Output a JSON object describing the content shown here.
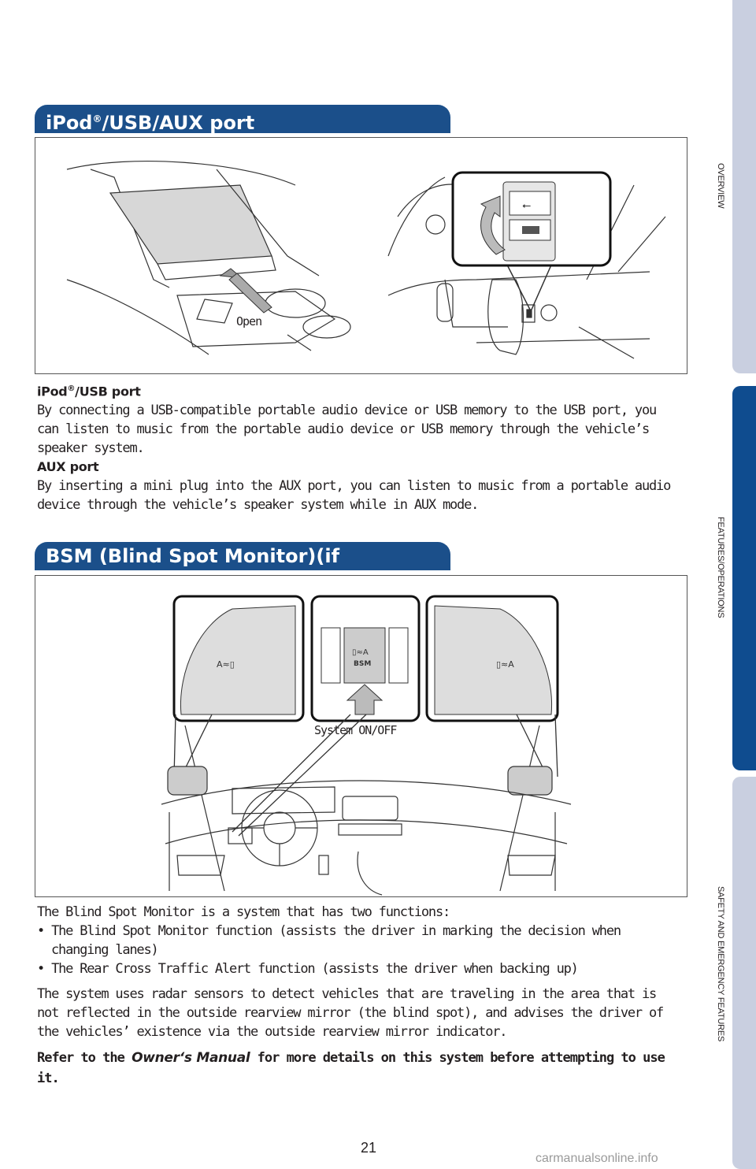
{
  "side_tabs": {
    "overview": "OVERVIEW",
    "features": "FEATURES/OPERATIONS",
    "safety": "SAFETY AND EMERGENCY FEATURES"
  },
  "section1": {
    "title_pre": "iPod",
    "title_reg": "®",
    "title_post": "/USB/AUX port",
    "figure_label_open": "Open",
    "usb_heading_pre": "iPod",
    "usb_heading_reg": "®",
    "usb_heading_post": "/USB port",
    "usb_text": "By connecting a USB-compatible portable audio device or USB memory to the USB port, you can listen to music from the portable audio device or USB memory through the vehicle’s speaker system.",
    "aux_heading": "AUX port",
    "aux_text": "By inserting a mini plug into the AUX port, you can listen to music from a portable audio device through the vehicle’s speaker system while in AUX mode."
  },
  "section2": {
    "title": "BSM (Blind Spot Monitor)(if equipped)",
    "figure_label_system": "System ON/OFF",
    "figure_label_bsm": "BSM",
    "intro": "The Blind Spot Monitor is a system that has two functions:",
    "bullets": [
      "The Blind Spot Monitor function (assists the driver in marking the decision when changing lanes)",
      "The Rear Cross Traffic Alert function (assists the driver when backing up)"
    ],
    "bullet_symbol": "•",
    "body": "The system uses radar sensors to detect vehicles that are traveling in the area that is not reflected in the outside rearview mirror (the blind spot), and advises the driver of the vehicles’ existence via the outside rearview mirror indicator.",
    "refer_pre": "Refer to the ",
    "refer_manual": "Owner‘s Manual",
    "refer_post": " for more details on this system before attempting to use it."
  },
  "page_number": "21",
  "watermark": "carmanualsonline.info",
  "colors": {
    "header_blue": "#1b4f8a",
    "tab_active": "#0f4c8f",
    "tab_inactive": "#c9cfe0"
  }
}
